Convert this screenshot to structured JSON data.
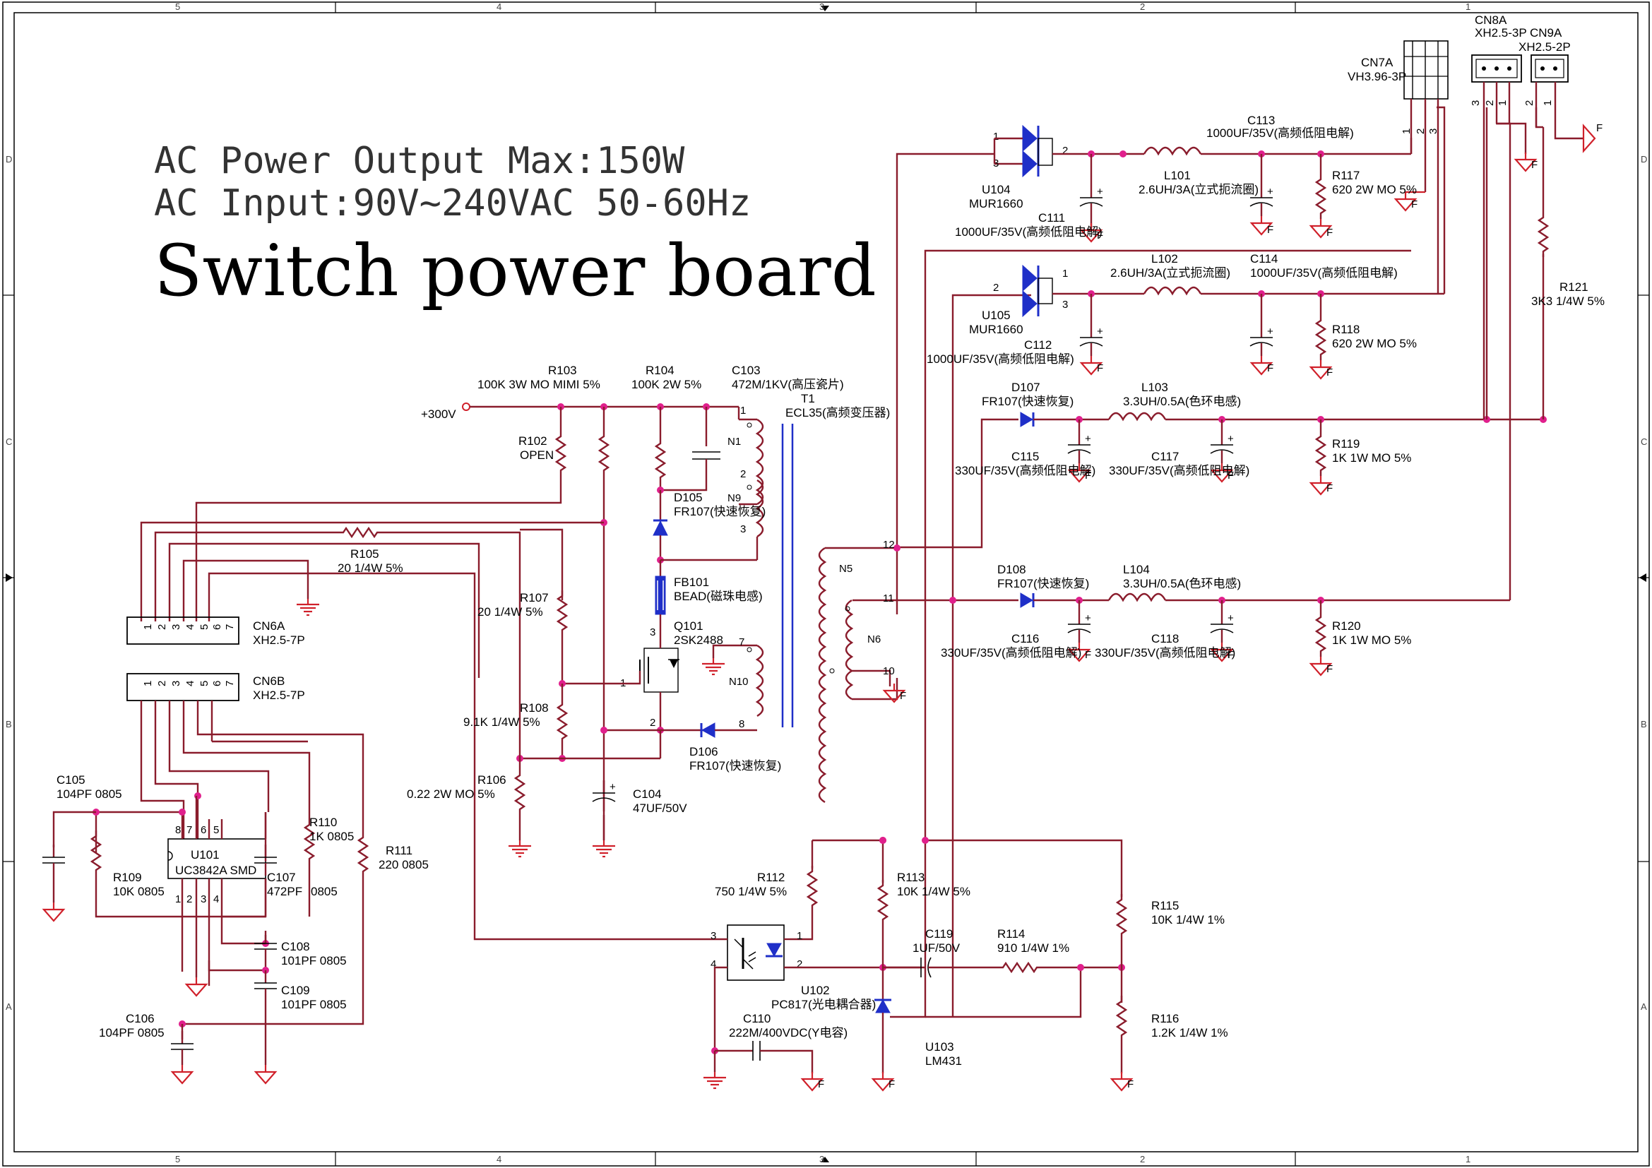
{
  "header": {
    "line1": "AC Power Output Max:150W",
    "line2": "AC Input:90V~240VAC  50-60Hz",
    "title": "Switch power board"
  },
  "frame": {
    "columns": [
      "5",
      "4",
      "3",
      "2",
      "1"
    ],
    "rows": [
      "D",
      "C",
      "B",
      "A"
    ]
  },
  "colors": {
    "wire": "#8a1c2c",
    "junction": "#e0208c",
    "ground": "#d0202a",
    "diode": "#1f2fc8"
  },
  "labels": {
    "cn8a": "CN8A",
    "cn8a_t": "XH2.5-3P",
    "cn9a": "CN9A",
    "cn9a_t": "XH2.5-2P",
    "cn7a": "CN7A",
    "cn7a_t": "VH3.96-3P",
    "c113": "C113",
    "c113_v": "1000UF/35V(高频低阻电解)",
    "u104": "U104",
    "u104_t": "MUR1660",
    "l101": "L101",
    "l101_v": "2.6UH/3A(立式扼流圈)",
    "r117": "R117",
    "r117_v": "620  2W  MO  5%",
    "c111": "C111",
    "c111_v": "1000UF/35V(高频低阻电解)",
    "l102": "L102",
    "l102_v": "2.6UH/3A(立式扼流圈)",
    "c114": "C114",
    "c114_v": "1000UF/35V(高频低阻电解)",
    "r121": "R121",
    "r121_v": "3K3  1/4W  5%",
    "u105": "U105",
    "u105_t": "MUR1660",
    "r118": "R118",
    "r118_v": "620  2W  MO  5%",
    "c112": "C112",
    "c112_v": "1000UF/35V(高频低阻电解)",
    "d107": "D107",
    "d107_t": "FR107(快速恢复)",
    "l103": "L103",
    "l103_v": "3.3UH/0.5A(色环电感)",
    "c115": "C115",
    "c115_v": "330UF/35V(高频低阻电解)",
    "c117": "C117",
    "c117_v": "330UF/35V(高频低阻电解)",
    "r119": "R119",
    "r119_v": "1K  1W  MO  5%",
    "r103": "R103",
    "r103_v": "100K  3W  MO MIMI 5%",
    "r104": "R104",
    "r104_v": "100K  2W  5%",
    "c103": "C103",
    "c103_v": "472M/1KV(高压瓷片)",
    "t1": "T1",
    "t1_t": "ECL35(高频变压器)",
    "v300": "+300V",
    "r102": "R102",
    "r102_v": "OPEN",
    "d105": "D105",
    "d105_t": "FR107(快速恢复)",
    "r105": "R105",
    "r105_v": "20  1/4W  5%",
    "r107": "R107",
    "r107_v": "20  1/4W  5%",
    "fb101": "FB101",
    "fb101_t": "BEAD(磁珠电感)",
    "q101": "Q101",
    "q101_t": "2SK2488",
    "cn6a": "CN6A",
    "cn6a_t": "XH2.5-7P",
    "cn6b": "CN6B",
    "cn6b_t": "XH2.5-7P",
    "d108": "D108",
    "d108_t": "FR107(快速恢复)",
    "l104": "L104",
    "l104_v": "3.3UH/0.5A(色环电感)",
    "c116": "C116",
    "c116_v": "330UF/35V(高频低阻电解)",
    "c118": "C118",
    "c118_v": "330UF/35V(高频低阻电解)",
    "r120": "R120",
    "r120_v": "1K  1W  MO  5%",
    "r108": "R108",
    "r108_v": "9.1K  1/4W  5%",
    "d106": "D106",
    "d106_t": "FR107(快速恢复)",
    "c105": "C105",
    "c105_v": "104PF  0805",
    "r106": "R106",
    "r106_v": "0.22  2W  MO  5%",
    "c104": "C104",
    "c104_v": "47UF/50V",
    "r110": "R110",
    "r110_v": "1K  0805",
    "u101": "U101",
    "u101_t": "UC3842A SMD",
    "r111": "R111",
    "r111_v": "220  0805",
    "r109": "R109",
    "r109_v": "10K  0805",
    "c107": "C107",
    "c107_v": "472PF",
    "c107_p": "0805",
    "c108": "C108",
    "c108_v": "101PF  0805",
    "c109": "C109",
    "c109_v": "101PF  0805",
    "c106": "C106",
    "c106_v": "104PF  0805",
    "r112": "R112",
    "r112_v": "750  1/4W  5%",
    "r113": "R113",
    "r113_v": "10K  1/4W  5%",
    "r115": "R115",
    "r115_v": "10K  1/4W  1%",
    "c119": "C119",
    "c119_v": "1UF/50V",
    "r114": "R114",
    "r114_v": "910  1/4W  1%",
    "u102": "U102",
    "u102_t": "PC817(光电耦合器)",
    "c110": "C110",
    "c110_v": "222M/400VDC(Y电容)",
    "u103": "U103",
    "u103_t": "LM431",
    "r116": "R116",
    "r116_v": "1.2K  1/4W  1%",
    "n1": "N1",
    "n9": "N9",
    "n10": "N10",
    "n5": "N5",
    "n6": "N6",
    "gnd_f": "F"
  }
}
